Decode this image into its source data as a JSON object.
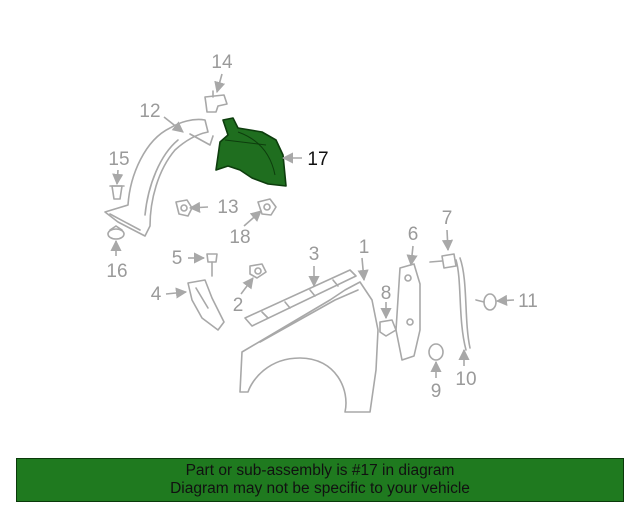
{
  "callouts": {
    "c1": "1",
    "c2": "2",
    "c3": "3",
    "c4": "4",
    "c5": "5",
    "c6": "6",
    "c7": "7",
    "c8": "8",
    "c9": "9",
    "c10": "10",
    "c11": "11",
    "c12": "12",
    "c13": "13",
    "c14": "14",
    "c15": "15",
    "c16": "16",
    "c17": "17",
    "c18": "18"
  },
  "highlight": {
    "part": "17",
    "color": "#1f6e1f",
    "outline": "#0d3d0d"
  },
  "footer": {
    "line1": "Part or sub-assembly is #17 in diagram",
    "line2": "Diagram may not be specific to your vehicle",
    "background": "#1f7a1f"
  }
}
